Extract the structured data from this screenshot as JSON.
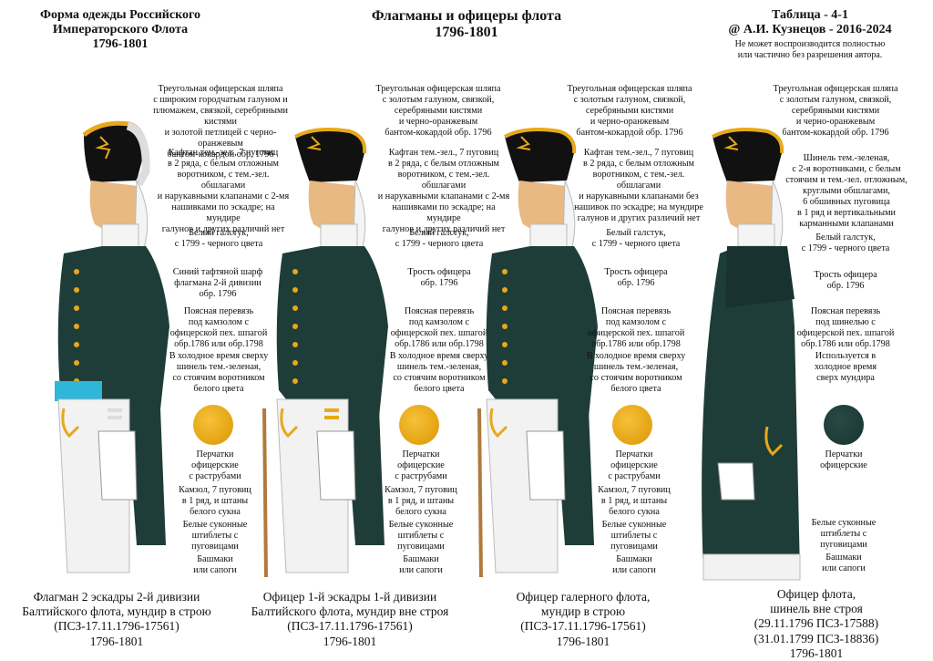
{
  "header": {
    "left": [
      "Форма одежды Российского",
      "Императорского Флота",
      "1796-1801"
    ],
    "center": [
      "Флагманы и офицеры флота",
      "1796-1801"
    ],
    "right": [
      "Таблица - 4-1",
      "@ А.И. Кузнецов - 2016-2024"
    ],
    "right_note": [
      "Не может воспроизводится полностью",
      "или частично без разрешения автора."
    ]
  },
  "colors": {
    "coat": "#1f3d38",
    "gold": "#e7a919",
    "sash": "#2fb6d8",
    "white": "#f2f2f2"
  },
  "columns": [
    {
      "notes": [
        [
          "Треугольная офицерская шляпа",
          "с широким городчатым галуном и",
          "плюмажем, связкой, серебряными кистями",
          "и золотой петлицей с черно-оранжевым",
          "бантом-кокардой обр. 1796"
        ],
        [
          "Кафтан тем.-зел., 7 пуговиц",
          "в 2 ряда, с белым отложным",
          "воротником, с тем.-зел. обшлагами",
          "и нарукавными клапанами с 2-мя",
          "нашивками по эскадре; на мундире",
          "галунов и других различий нет"
        ],
        [
          "Белый галстук,",
          "с 1799 - черного цвета"
        ],
        [
          "Синий тафтяной шарф",
          "флагмана 2-й дивизии",
          "обр. 1796"
        ],
        [
          "Поясная перевязь",
          "под камзолом с",
          "офицерской пех. шпагой",
          "обр.1786 или обр.1798"
        ],
        [
          "В холодное время сверху",
          "шинель тем.-зеленая,",
          "со стоячим воротником",
          "белого цвета"
        ],
        [
          "Перчатки",
          "офицерские",
          "с раструбами"
        ],
        [
          "Камзол, 7 пуговиц",
          "в 1 ряд, и штаны",
          "белого сукна"
        ],
        [
          "Белые суконные",
          "штиблеты с",
          "пуговицами"
        ],
        [
          "Башмаки",
          "или сапоги"
        ]
      ],
      "caption": [
        "Флагман 2 эскадры 2-й дивизии",
        "Балтийского флота, мундир в строю",
        "(ПСЗ-17.11.1796-17561)",
        "1796-1801"
      ]
    },
    {
      "notes": [
        [
          "Треугольная офицерская шляпа",
          "с золотым галуном, связкой,",
          "серебряными кистями",
          "и черно-оранжевым",
          "бантом-кокардой обр. 1796"
        ],
        [
          "Кафтан тем.-зел., 7 пуговиц",
          "в 2 ряда, с белым отложным",
          "воротником, с тем.-зел. обшлагами",
          "и нарукавными клапанами с 2-мя",
          "нашивками по эскадре; на мундире",
          "галунов и других различий нет"
        ],
        [
          "Белый галстук,",
          "с 1799 - черного цвета"
        ],
        [
          "Трость офицера",
          "обр. 1796"
        ],
        [
          "Поясная перевязь",
          "под камзолом с",
          "офицерской пех. шпагой",
          "обр.1786 или обр.1798"
        ],
        [
          "В холодное время сверху",
          "шинель тем.-зеленая,",
          "со стоячим воротником",
          "белого цвета"
        ],
        [
          "Перчатки",
          "офицерские",
          "с раструбами"
        ],
        [
          "Камзол, 7 пуговиц",
          "в 1 ряд, и штаны",
          "белого сукна"
        ],
        [
          "Белые суконные",
          "штиблеты с",
          "пуговицами"
        ],
        [
          "Башмаки",
          "или сапоги"
        ]
      ],
      "caption": [
        "Офицер 1-й эскадры 1-й дивизии",
        "Балтийского флота, мундир вне строя",
        "(ПСЗ-17.11.1796-17561)",
        "1796-1801"
      ]
    },
    {
      "notes": [
        [
          "Треугольная офицерская шляпа",
          "с золотым галуном, связкой,",
          "серебряными кистями",
          "и черно-оранжевым",
          "бантом-кокардой обр. 1796"
        ],
        [
          "Кафтан тем.-зел., 7 пуговиц",
          "в 2 ряда, с белым отложным",
          "воротником, с тем.-зел. обшлагами",
          "и нарукавными клапанами без",
          "нашивок по эскадре; на мундире",
          "галунов и других различий нет"
        ],
        [
          "Белый галстук,",
          "с 1799 - черного цвета"
        ],
        [
          "Трость офицера",
          "обр. 1796"
        ],
        [
          "Поясная перевязь",
          "под камзолом с",
          "офицерской пех. шпагой",
          "обр.1786 или обр.1798"
        ],
        [
          "В холодное время сверху",
          "шинель тем.-зеленая,",
          "со стоячим воротником",
          "белого цвета"
        ],
        [
          "Перчатки",
          "офицерские",
          "с раструбами"
        ],
        [
          "Камзол, 7 пуговиц",
          "в 1 ряд, и штаны",
          "белого сукна"
        ],
        [
          "Белые суконные",
          "штиблеты с",
          "пуговицами"
        ],
        [
          "Башмаки",
          "или сапоги"
        ]
      ],
      "caption": [
        "Офицер галерного флота,",
        "мундир в строю",
        "(ПСЗ-17.11.1796-17561)",
        "1796-1801"
      ]
    },
    {
      "notes": [
        [
          "Треугольная офицерская шляпа",
          "с золотым галуном, связкой,",
          "серебряными кистями",
          "и черно-оранжевым",
          "бантом-кокардой обр. 1796"
        ],
        [
          "Шинель тем.-зеленая,",
          "с 2-я воротниками, с белым",
          "стоячим и тем.-зел. отложным,",
          "круглыми обшлагами,",
          "6 обшивных пуговица",
          "в 1 ряд и вертикальными",
          "карманными клапанами"
        ],
        [
          "Белый галстук,",
          "с 1799 - черного цвета"
        ],
        [
          "Трость офицера",
          "обр. 1796"
        ],
        [
          "Поясная перевязь",
          "под шинелью с",
          "офицерской пех. шпагой",
          "обр.1786 или обр.1798"
        ],
        [
          "Используется в",
          "холодное время",
          "сверх мундира"
        ],
        [
          "Перчатки",
          "офицерские"
        ],
        [
          "Белые суконные",
          "штиблеты с",
          "пуговицами"
        ],
        [
          "Башмаки",
          "или сапоги"
        ]
      ],
      "caption": [
        "Офицер флота,",
        "шинель вне строя",
        "(29.11.1796 ПСЗ-17588)",
        "(31.01.1799 ПСЗ-18836)",
        "1796-1801"
      ]
    }
  ]
}
